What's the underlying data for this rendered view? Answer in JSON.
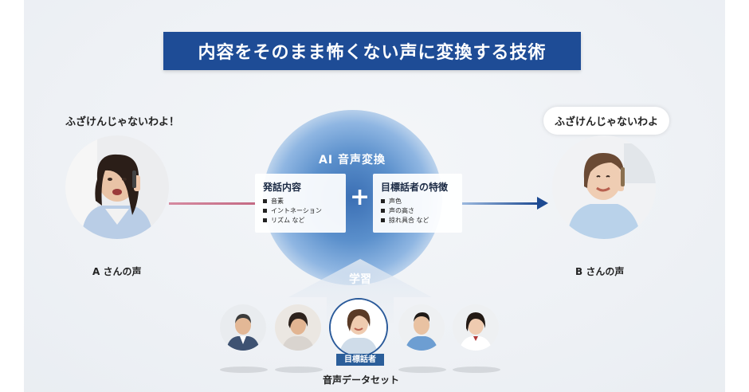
{
  "title": "内容をそのまま怖くない声に変換する技術",
  "speaker_a": {
    "bubble": "ふざけんじゃないわよ！",
    "label": "A さんの声"
  },
  "speaker_b": {
    "bubble": "ふざけんじゃないわよ",
    "label": "B さんの声"
  },
  "conversion": {
    "title": "AI 音声変換",
    "content_card": {
      "title": "発話内容",
      "items": [
        "音素",
        "イントネーション",
        "リズム など"
      ]
    },
    "plus": "+",
    "feature_card": {
      "title": "目標話者の特徴",
      "items": [
        "声色",
        "声の高さ",
        "掠れ具合 など"
      ]
    }
  },
  "learning_label": "学習",
  "target_badge": "目標話者",
  "dataset_label": "音声データセット",
  "colors": {
    "title_bg": "#1e4c96",
    "arrow": "#1d4a92",
    "left_line": "#c46a84",
    "badge": "#2b5e9a"
  }
}
